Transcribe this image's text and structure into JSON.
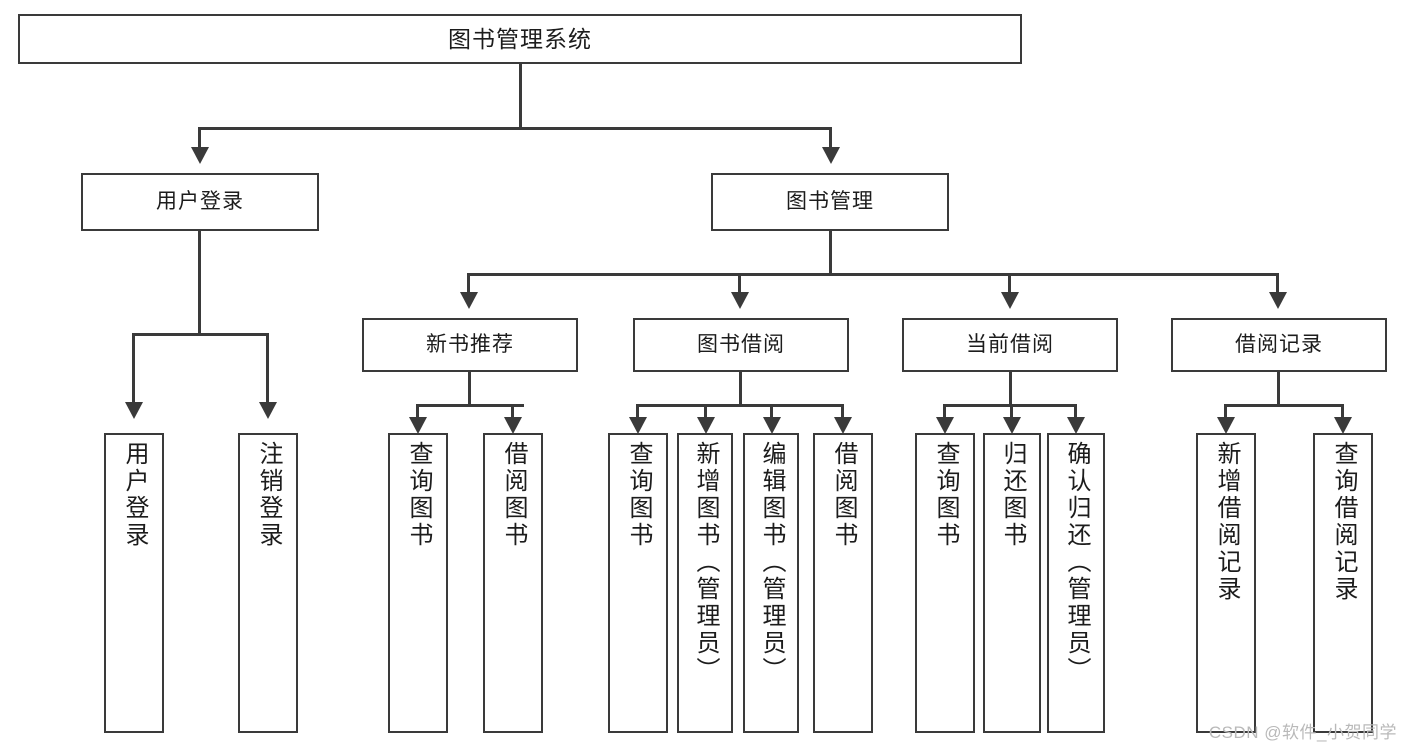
{
  "diagram": {
    "title": "图书管理系统",
    "type": "function-structure-tree",
    "watermark": "CSDN @软件_小贺同学",
    "colors": {
      "stroke": "#3a3a3a",
      "fill": "#ffffff",
      "text": "#1c1c1c",
      "watermark": "#b9b9b9"
    },
    "levels": {
      "root": "图书管理系统",
      "level2": [
        "用户登录",
        "图书管理"
      ],
      "level3": [
        "新书推荐",
        "图书借阅",
        "当前借阅",
        "借阅记录"
      ]
    },
    "nodes": {
      "root": "图书管理系统",
      "user_login": "用户登录",
      "book_manage": "图书管理",
      "new_book_rec": "新书推荐",
      "book_borrow": "图书借阅",
      "current_borrow": "当前借阅",
      "borrow_record": "借阅记录",
      "leaf_user_login": "用户登录",
      "leaf_logout": "注销登录",
      "leaf_query_book_1": "查询图书",
      "leaf_borrow_book_1": "借阅图书",
      "leaf_query_book_2": "查询图书",
      "leaf_add_book_admin": "新增图书（管理员）",
      "leaf_edit_book_admin": "编辑图书（管理员）",
      "leaf_borrow_book_2": "借阅图书",
      "leaf_query_book_3": "查询图书",
      "leaf_return_book": "归还图书",
      "leaf_confirm_return_admin": "确认归还（管理员）",
      "leaf_add_record": "新增借阅记录",
      "leaf_query_record": "查询借阅记录"
    },
    "edges": [
      {
        "from": "图书管理系统",
        "to": "用户登录"
      },
      {
        "from": "图书管理系统",
        "to": "图书管理"
      },
      {
        "from": "用户登录",
        "to": "用户登录"
      },
      {
        "from": "用户登录",
        "to": "注销登录"
      },
      {
        "from": "图书管理",
        "to": "新书推荐"
      },
      {
        "from": "图书管理",
        "to": "图书借阅"
      },
      {
        "from": "图书管理",
        "to": "当前借阅"
      },
      {
        "from": "图书管理",
        "to": "借阅记录"
      },
      {
        "from": "新书推荐",
        "to": "查询图书"
      },
      {
        "from": "新书推荐",
        "to": "借阅图书"
      },
      {
        "from": "图书借阅",
        "to": "查询图书"
      },
      {
        "from": "图书借阅",
        "to": "新增图书（管理员）"
      },
      {
        "from": "图书借阅",
        "to": "编辑图书（管理员）"
      },
      {
        "from": "图书借阅",
        "to": "借阅图书"
      },
      {
        "from": "当前借阅",
        "to": "查询图书"
      },
      {
        "from": "当前借阅",
        "to": "归还图书"
      },
      {
        "from": "当前借阅",
        "to": "确认归还（管理员）"
      },
      {
        "from": "借阅记录",
        "to": "新增借阅记录"
      },
      {
        "from": "借阅记录",
        "to": "查询借阅记录"
      }
    ]
  }
}
